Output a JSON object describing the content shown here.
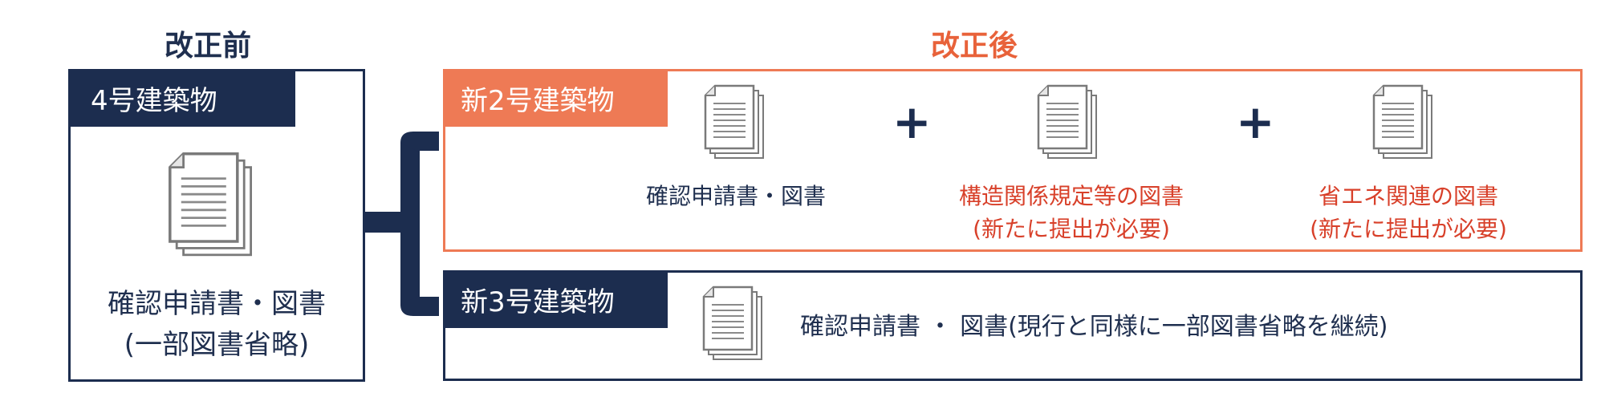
{
  "before": {
    "heading": "改正前",
    "category": "4号建築物",
    "doc_label_1": "確認申請書・図書",
    "doc_label_2": "(一部図書省略)"
  },
  "after": {
    "heading": "改正後",
    "new2": {
      "category": "新2号建築物",
      "items": [
        {
          "label_1": "確認申請書・図書",
          "label_2": ""
        },
        {
          "label_1": "構造関係規定等の図書",
          "label_2": "(新たに提出が必要)"
        },
        {
          "label_1": "省エネ関連の図書",
          "label_2": "(新たに提出が必要)"
        }
      ],
      "plus": "+"
    },
    "new3": {
      "category": "新3号建築物",
      "label": "確認申請書 ・ 図書(現行と同様に一部図書省略を継続)"
    }
  },
  "colors": {
    "navy": "#1c2d4f",
    "orange": "#ee7a55",
    "red_text": "#d8402a",
    "heading_orange": "#e8623a"
  }
}
